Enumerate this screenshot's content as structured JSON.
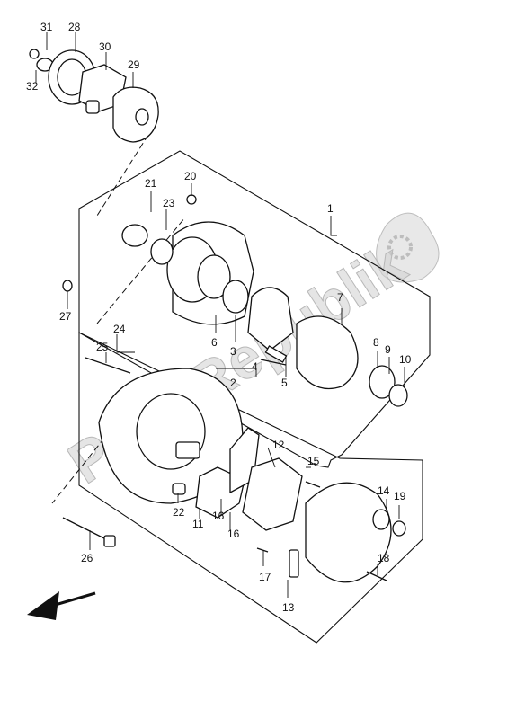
{
  "callouts": {
    "c1": "1",
    "c2": "2",
    "c3": "3",
    "c4": "4",
    "c5": "5",
    "c6": "6",
    "c7": "7",
    "c8": "8",
    "c9": "9",
    "c10": "10",
    "c11": "11",
    "c12": "12",
    "c13": "13",
    "c14": "14",
    "c15": "15",
    "c16a": "16",
    "c16b": "16",
    "c17": "17",
    "c18": "18",
    "c19": "19",
    "c20": "20",
    "c21": "21",
    "c22": "22",
    "c23": "23",
    "c24": "24",
    "c25": "25",
    "c26": "26",
    "c27": "27",
    "c28": "28",
    "c29": "29",
    "c30": "30",
    "c31": "31",
    "c32": "32"
  },
  "watermark": "PartsRepublik",
  "icons": {
    "gear": "gear-icon",
    "arrow": "front-arrow-icon"
  }
}
